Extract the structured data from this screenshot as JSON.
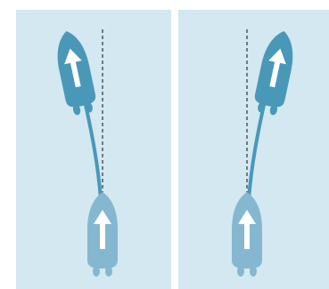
{
  "colors": {
    "page_background": "#ffffff",
    "water": "#d3e8f1",
    "boat_leading": "#4a98b8",
    "boat_trailing": "#86b7d0",
    "wake": "#4a98b8",
    "arrow": "#ffffff",
    "centerline": "#333333"
  },
  "panels": [
    {
      "name": "left",
      "leading_boat": {
        "icon": "boat-turn-left-icon",
        "heading_deg": -12
      },
      "trailing_boat": {
        "icon": "boat-straight-icon",
        "heading_deg": 0
      },
      "centerline": "dashed",
      "wake": "curved"
    },
    {
      "name": "right",
      "leading_boat": {
        "icon": "boat-turn-right-icon",
        "heading_deg": 12
      },
      "trailing_boat": {
        "icon": "boat-straight-icon",
        "heading_deg": 0
      },
      "centerline": "dashed",
      "wake": "curved"
    }
  ]
}
